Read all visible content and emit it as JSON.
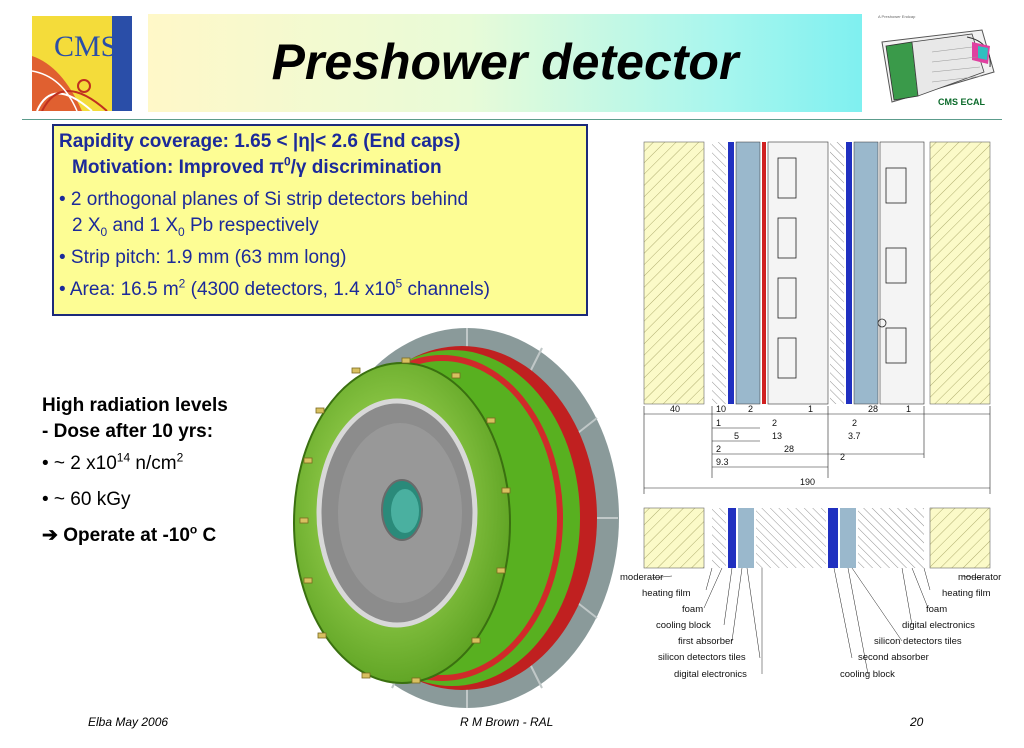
{
  "slide": {
    "title": "Preshower detector",
    "logo_text": "CMS",
    "ecal_label": "CMS ECAL",
    "ecal_caption": "A Preshower Endcap"
  },
  "info_box": {
    "line1": "Rapidity coverage: 1.65 < |η|< 2.6  (End caps)",
    "line2_pre": "Motivation: Improved π",
    "line2_sup": "0",
    "line2_post": "/γ discrimination",
    "bullet1_a": "• 2 orthogonal planes of Si strip detectors behind",
    "bullet1_b_1": "2 X",
    "bullet1_b_sub1": "0",
    "bullet1_b_2": " and 1 X",
    "bullet1_b_sub2": "0",
    "bullet1_b_3": " Pb respectively",
    "bullet2": "• Strip pitch: 1.9 mm  (63 mm long)",
    "bullet3_a": "• Area: 16.5 m",
    "bullet3_sup1": "2",
    "bullet3_b": " (4300 detectors, 1.4 x10",
    "bullet3_sup2": "5",
    "bullet3_c": " channels)"
  },
  "radiation": {
    "heading1": "High radiation levels",
    "heading2": "- Dose after 10 yrs:",
    "fluence_pre": "• ~ 2 x10",
    "fluence_sup": "14",
    "fluence_mid": " n/cm",
    "fluence_sup2": "2",
    "dose": "• ~ 60 kGy",
    "operate_arrow": "➔",
    "operate_pre": " Operate at -10",
    "operate_sup": "o",
    "operate_post": " C"
  },
  "cross_section": {
    "dims_top": [
      "40",
      "10",
      "2",
      "1",
      "28",
      "1"
    ],
    "dims_row2": [
      "1",
      "2",
      "2"
    ],
    "dims_row3": [
      "5",
      "13",
      "3.7"
    ],
    "dims_row4": [
      "2",
      "28",
      "2"
    ],
    "dims_row5": [
      "9.3"
    ],
    "dims_total": "190",
    "labels_left": [
      "moderator",
      "heating film",
      "foam",
      "cooling block",
      "first absorber",
      "silicon detectors tiles",
      "digital electronics"
    ],
    "labels_right": [
      "moderator",
      "heating film",
      "foam",
      "digital electronics",
      "silicon detectors tiles",
      "second absorber",
      "cooling block"
    ]
  },
  "footer": {
    "left": "Elba May 2006",
    "center": "R M Brown - RAL",
    "page": "20"
  },
  "colors": {
    "box_fill": "#fdfd94",
    "box_text": "#1c2a9a",
    "title_grad_start": "#fff8c8",
    "title_grad_end": "#7ff0f0"
  }
}
